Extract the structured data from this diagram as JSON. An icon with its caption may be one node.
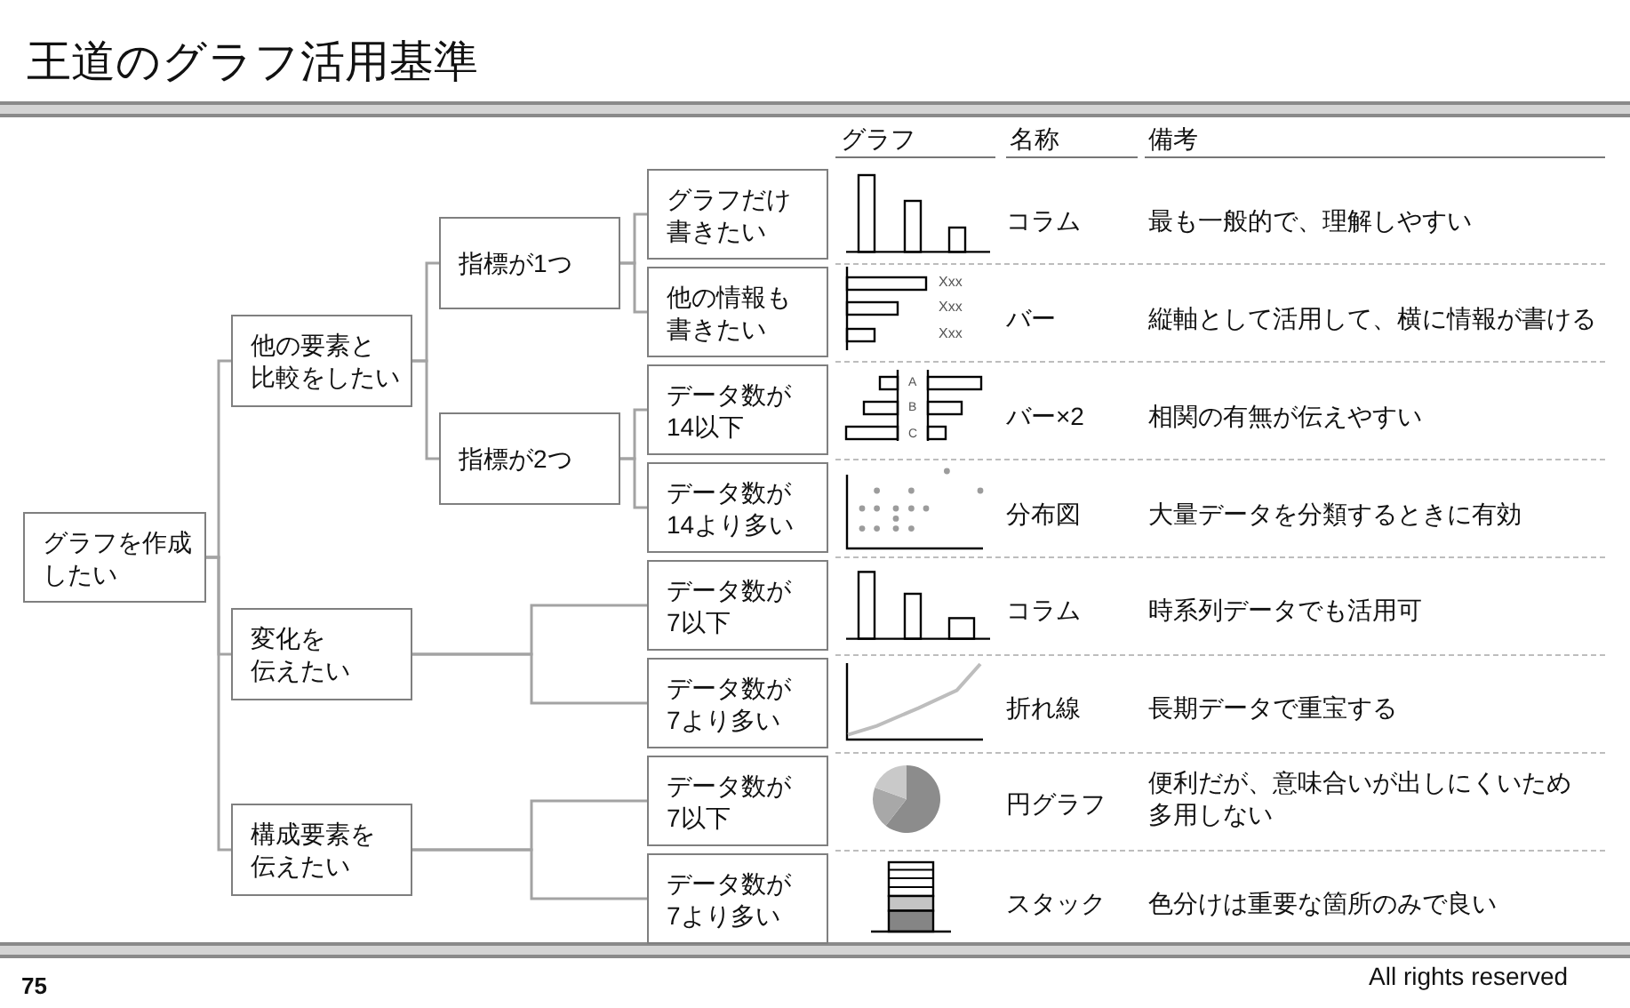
{
  "diagram": {
    "title": "王道のグラフ活用基準",
    "nodes": [
      {
        "text": [
          "グラフを作成したい"
        ]
      },
      {
        "text": [
          "他の要素と比較をしたい"
        ]
      },
      {
        "text": [
          "指標が1つ"
        ]
      },
      {
        "text": [
          "指標が2つ"
        ]
      },
      {
        "text": [
          "グラフだけ書きたい"
        ]
      },
      {
        "text": [
          "他の情報も書きたい"
        ]
      },
      {
        "text": [
          "データ数が14以下"
        ]
      },
      {
        "text": [
          "データ数が14より多い"
        ]
      },
      {
        "text": [
          "変化を伝えたい"
        ]
      },
      {
        "text": [
          "データ数が7以下"
        ]
      },
      {
        "text": [
          "データ数が7より多い"
        ]
      },
      {
        "text": [
          "構成要素を伝えたい"
        ]
      },
      {
        "text": [
          "データ数が7以下"
        ]
      },
      {
        "text": [
          "データ数が7より多い"
        ]
      }
    ],
    "edges": [
      {
        "from": 0,
        "to": 1,
        "arrow": "none"
      },
      {
        "from": 0,
        "to": 8,
        "arrow": "none"
      },
      {
        "from": 0,
        "to": 11,
        "arrow": "none"
      },
      {
        "from": 1,
        "to": 2,
        "arrow": "none"
      },
      {
        "from": 1,
        "to": 3,
        "arrow": "none"
      },
      {
        "from": 2,
        "to": 4,
        "arrow": "none"
      },
      {
        "from": 2,
        "to": 5,
        "arrow": "none"
      },
      {
        "from": 3,
        "to": 6,
        "arrow": "none"
      },
      {
        "from": 3,
        "to": 7,
        "arrow": "none"
      },
      {
        "from": 8,
        "to": 9,
        "arrow": "none"
      },
      {
        "from": 8,
        "to": 10,
        "arrow": "none"
      },
      {
        "from": 11,
        "to": 12,
        "arrow": "none"
      },
      {
        "from": 11,
        "to": 13,
        "arrow": "none"
      }
    ],
    "labels": [
      "グラフ",
      "名称",
      "備考",
      "コラム",
      "最も一般的で、理解しやすい",
      "Xxx",
      "Xxx",
      "Xxx",
      "バー",
      "縦軸として活用して、横に情報が書ける",
      "A",
      "B",
      "C",
      "バー×2",
      "相関の有無が伝えやすい",
      "分布図",
      "大量データを分類するときに有効",
      "コラム",
      "時系列データでも活用可",
      "折れ線",
      "長期データで重宝する",
      "円グラフ",
      "便利だが、意味合いが出しにくいため多用しない",
      "スタック",
      "色分けは重要な箇所のみで良い",
      "75",
      "All rights reserved"
    ]
  }
}
